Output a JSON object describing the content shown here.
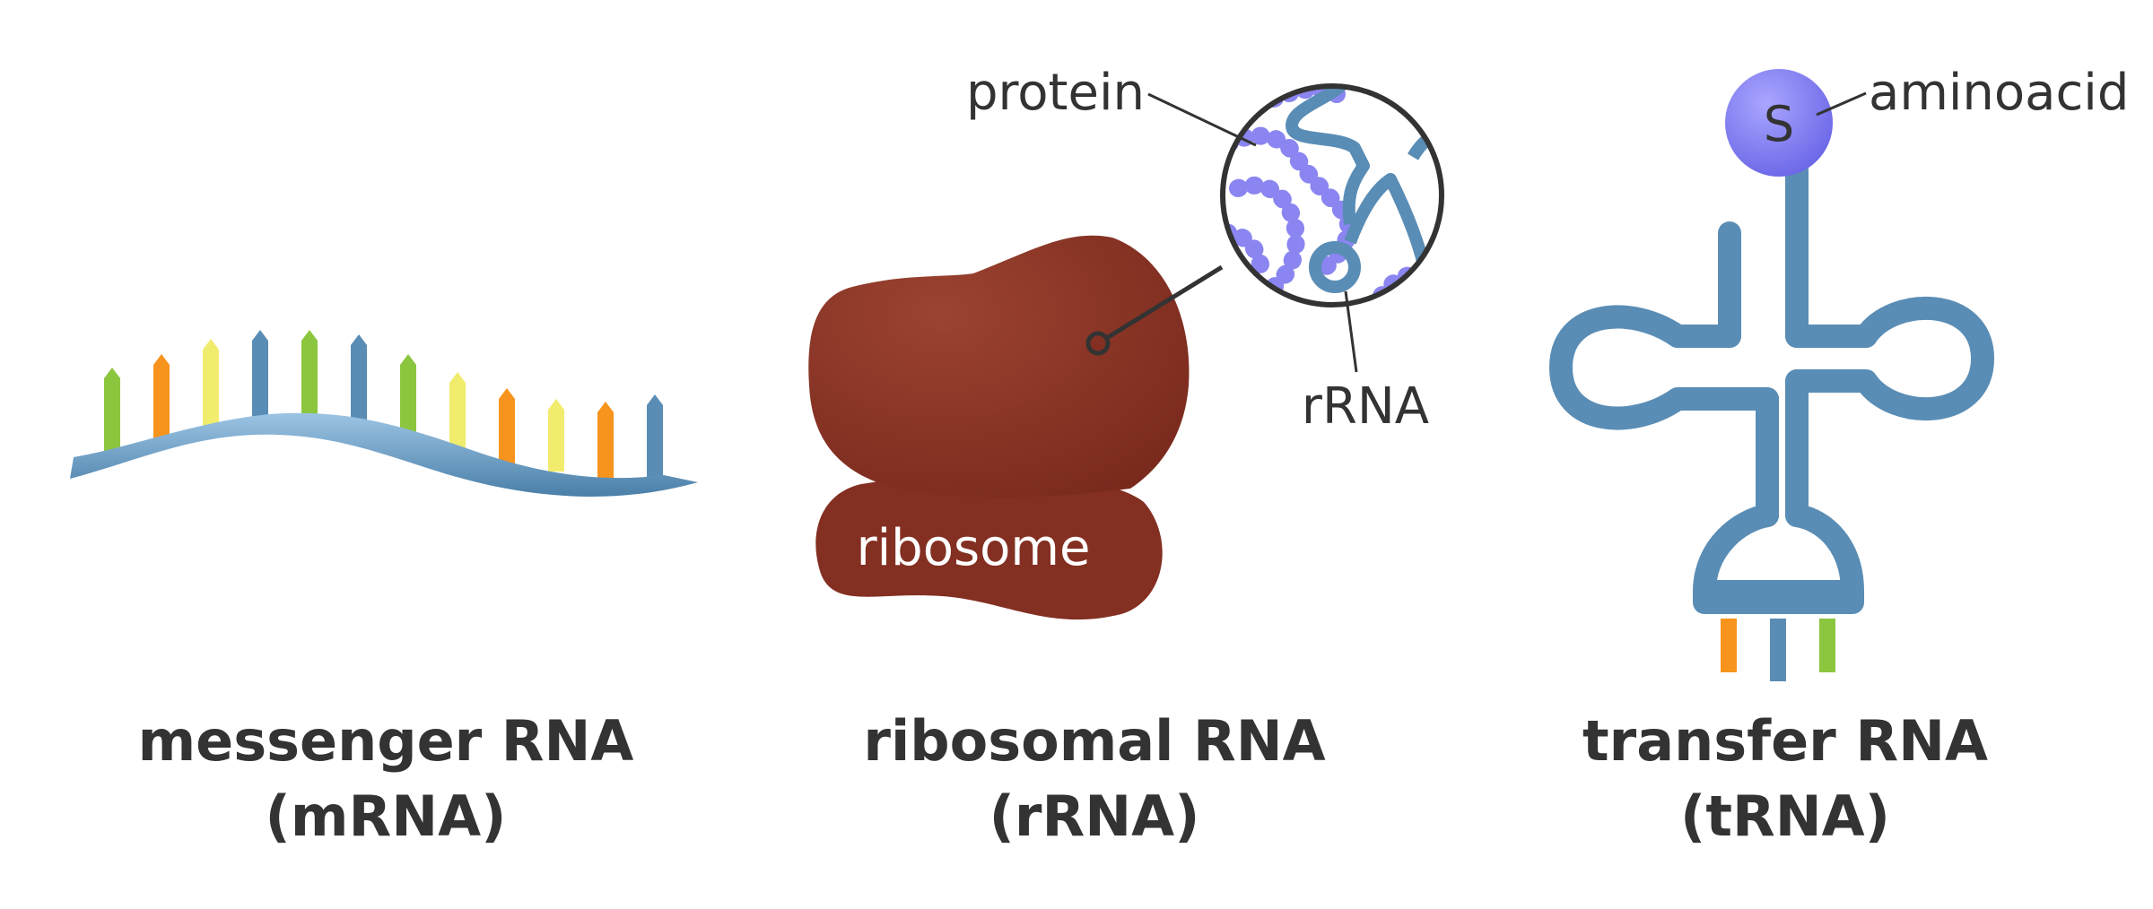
{
  "panels": {
    "mrna": {
      "title_line1": "messenger RNA",
      "title_line2": "(mRNA)"
    },
    "rrna": {
      "title_line1": "ribosomal RNA",
      "title_line2": "(rRNA)",
      "ribosome_label": "ribosome",
      "protein_label": "protein",
      "rrna_label": "rRNA"
    },
    "trna": {
      "title_line1": "transfer RNA",
      "title_line2": "(tRNA)",
      "aminoacid_label": "aminoacid",
      "aminoacid_symbol": "S"
    }
  },
  "colors": {
    "backbone": "#5a8db5",
    "nucleotide_green": "#8cc63f",
    "nucleotide_orange": "#f7941d",
    "nucleotide_yellow": "#f2ec6e",
    "nucleotide_blue": "#5a8db5",
    "ribosome": "#8b3426",
    "protein": "#8a85f0",
    "aminoacid": "#7b77ee",
    "text": "#333333"
  },
  "mrna_bases": [
    "green",
    "orange",
    "yellow",
    "blue",
    "green",
    "blue",
    "green",
    "yellow",
    "orange",
    "yellow",
    "orange",
    "blue"
  ]
}
